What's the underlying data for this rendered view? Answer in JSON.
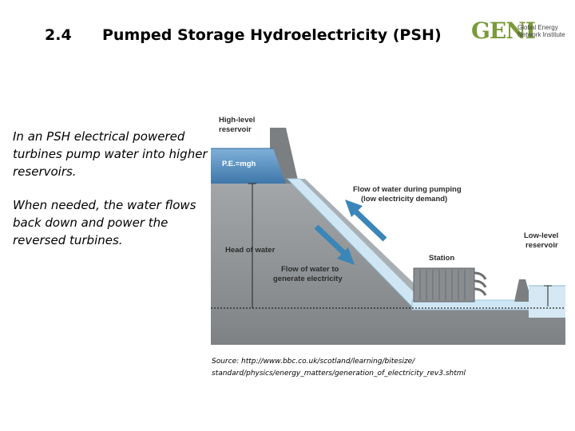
{
  "slide": {
    "number": "2.4",
    "title": "Pumped Storage Hydroelectricity (PSH)"
  },
  "logo": {
    "mark": "GENI",
    "line1": "Global Energy",
    "line2": "Network Institute"
  },
  "body": {
    "paragraph1": "In an PSH electrical powered turbines pump water into higher reservoirs.",
    "paragraph2": "When needed, the water flows back down and power the reversed turbines."
  },
  "diagram": {
    "high_reservoir": [
      "High-level",
      "reservoir"
    ],
    "pe_formula": "P.E.=mgh",
    "pumping_flow": [
      "Flow of water during pumping",
      "(low electricity demand)"
    ],
    "head_of_water": "Head of water",
    "generating_flow": [
      "Flow of water to",
      "generate electricity"
    ],
    "station": "Station",
    "low_reservoir": [
      "Low-level",
      "reservoir"
    ],
    "colors": {
      "rock": "#8f9294",
      "water_upper": "#5b8fbf",
      "water_lower": "#d5e8f3",
      "arrow": "#3a86b8",
      "pipe": "#bfe0f0"
    }
  },
  "source": {
    "line1": "Source: http://www.bbc.co.uk/scotland/learning/bitesize/",
    "line2": "standard/physics/energy_matters/generation_of_electricity_rev3.shtml"
  }
}
